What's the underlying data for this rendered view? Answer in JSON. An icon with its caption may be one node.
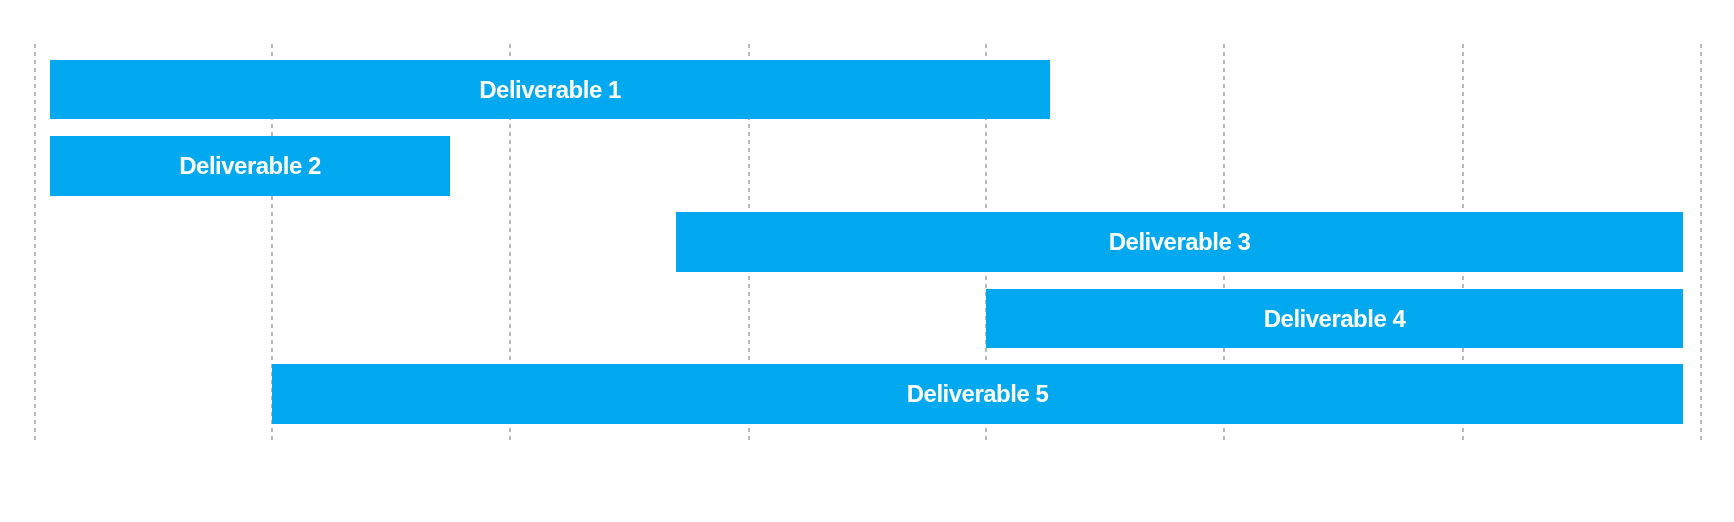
{
  "diagram": {
    "nodes": [
      {
        "text": [
          "Deliverable 1"
        ]
      },
      {
        "text": [
          "Deliverable 2"
        ]
      },
      {
        "text": [
          "Deliverable 3"
        ]
      },
      {
        "text": [
          "Deliverable 4"
        ]
      },
      {
        "text": [
          "Deliverable 5"
        ]
      }
    ]
  }
}
